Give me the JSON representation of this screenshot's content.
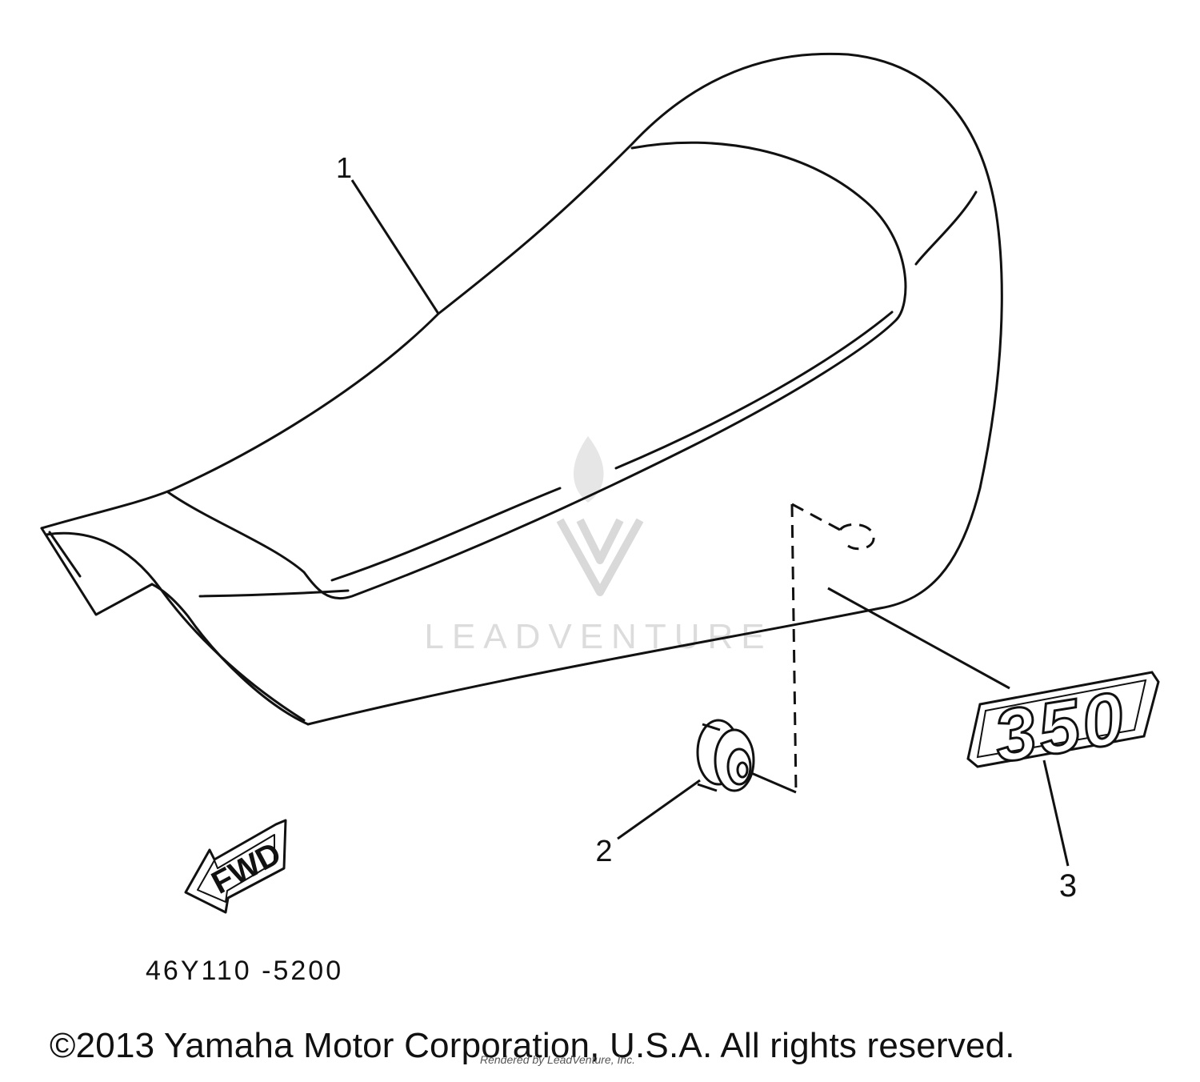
{
  "diagram": {
    "callouts": {
      "item1": "1",
      "item2": "2",
      "item3": "3"
    },
    "emblem_text": "350",
    "fwd_label": "FWD",
    "part_number": "46Y110 -5200",
    "watermark_text": "LEADVENTURE",
    "copyright": "©2013 Yamaha Motor Corporation, U.S.A. All rights reserved.",
    "rendered_by": "Rendered by LeadVenture, Inc.",
    "colors": {
      "line": "#111111",
      "watermark": "#d9d9d9",
      "background": "#ffffff"
    }
  }
}
